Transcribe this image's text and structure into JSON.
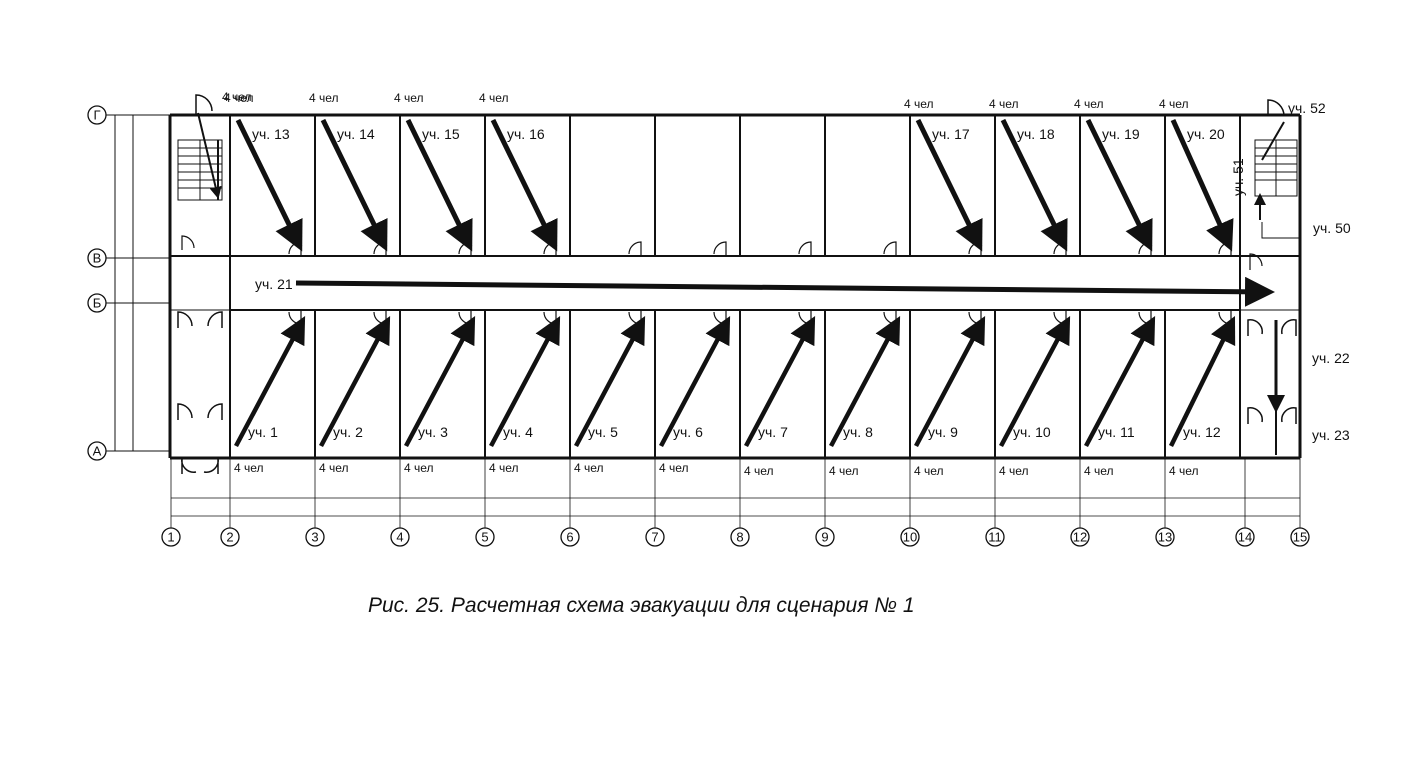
{
  "caption": "Рис. 25. Расчетная схема эвакуации для сценария № 1",
  "row_axes": [
    "Г",
    "В",
    "Б",
    "А"
  ],
  "column_axes": [
    "1",
    "2",
    "3",
    "4",
    "5",
    "6",
    "7",
    "8",
    "9",
    "10",
    "11",
    "12",
    "13",
    "14",
    "15"
  ],
  "rooms_top": [
    {
      "label": "уч. 13",
      "people": "4 чел"
    },
    {
      "label": "уч. 14",
      "people": "4 чел"
    },
    {
      "label": "уч. 15",
      "people": "4 чел"
    },
    {
      "label": "уч. 16",
      "people": "4 чел"
    },
    {
      "label": "",
      "people": ""
    },
    {
      "label": "",
      "people": ""
    },
    {
      "label": "",
      "people": ""
    },
    {
      "label": "",
      "people": ""
    },
    {
      "label": "уч. 17",
      "people": "4 чел"
    },
    {
      "label": "уч. 18",
      "people": "4 чел"
    },
    {
      "label": "уч. 19",
      "people": "4 чел"
    },
    {
      "label": "уч. 20",
      "people": "4 чел"
    }
  ],
  "rooms_bottom": [
    {
      "label": "уч. 1",
      "people": "4 чел"
    },
    {
      "label": "уч. 2",
      "people": "4 чел"
    },
    {
      "label": "уч. 3",
      "people": "4 чел"
    },
    {
      "label": "уч. 4",
      "people": "4 чел"
    },
    {
      "label": "уч. 5",
      "people": "4 чел"
    },
    {
      "label": "уч. 6",
      "people": "4 чел"
    },
    {
      "label": "уч. 7",
      "people": "4 чел"
    },
    {
      "label": "уч. 8",
      "people": "4 чел"
    },
    {
      "label": "уч. 9",
      "people": "4 чел"
    },
    {
      "label": "уч. 10",
      "people": "4 чел"
    },
    {
      "label": "уч. 11",
      "people": "4 чел"
    },
    {
      "label": "уч. 12",
      "people": "4 чел"
    }
  ],
  "corridor_label": "уч. 21",
  "stair_labels": {
    "u50": "уч. 50",
    "u51": "уч. 51",
    "u52": "уч. 52",
    "u22": "уч. 22",
    "u23": "уч. 23"
  },
  "left_stair_people": "4 чел"
}
